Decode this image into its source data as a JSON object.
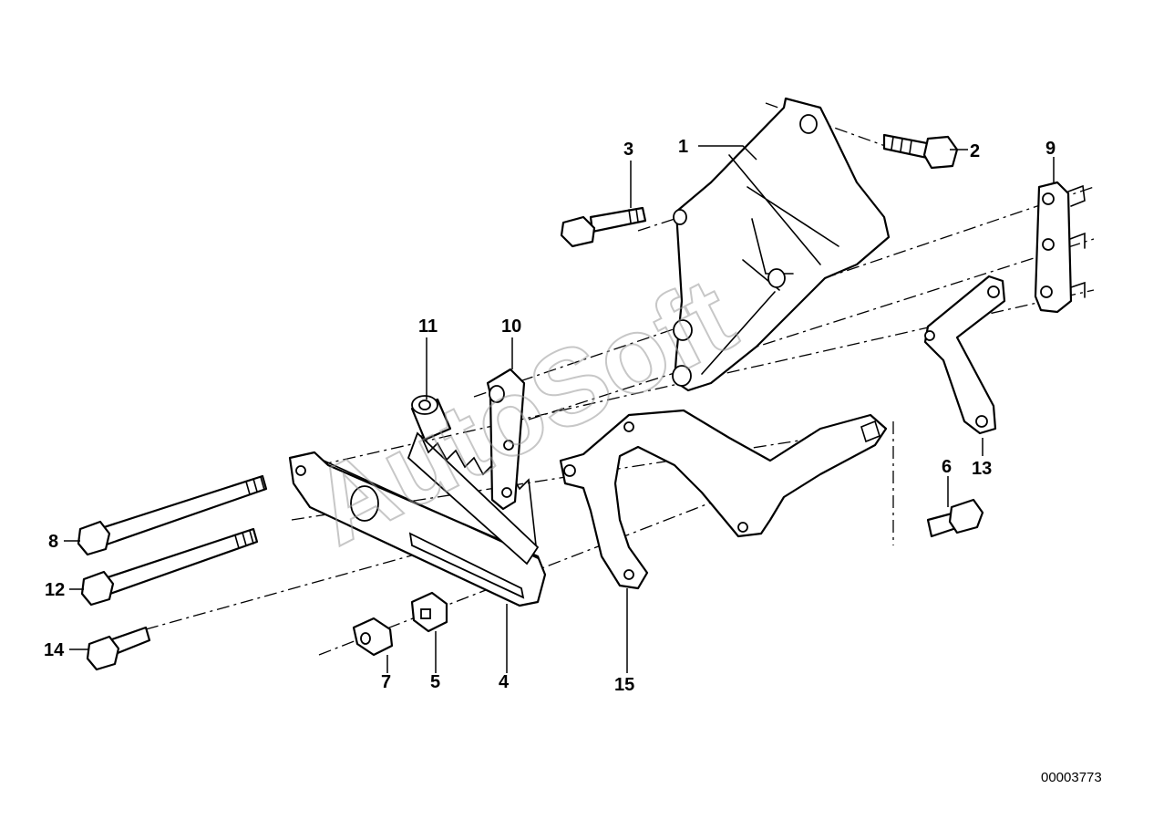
{
  "diagram": {
    "callouts": [
      {
        "id": "1",
        "label": "1"
      },
      {
        "id": "2",
        "label": "2"
      },
      {
        "id": "3",
        "label": "3"
      },
      {
        "id": "4",
        "label": "4"
      },
      {
        "id": "5",
        "label": "5"
      },
      {
        "id": "6",
        "label": "6"
      },
      {
        "id": "7",
        "label": "7"
      },
      {
        "id": "8",
        "label": "8"
      },
      {
        "id": "9",
        "label": "9"
      },
      {
        "id": "10",
        "label": "10"
      },
      {
        "id": "11",
        "label": "11"
      },
      {
        "id": "12",
        "label": "12"
      },
      {
        "id": "13",
        "label": "13"
      },
      {
        "id": "14",
        "label": "14"
      },
      {
        "id": "15",
        "label": "15"
      }
    ],
    "watermark": "AutoSoft",
    "reference_number": "00003773"
  }
}
